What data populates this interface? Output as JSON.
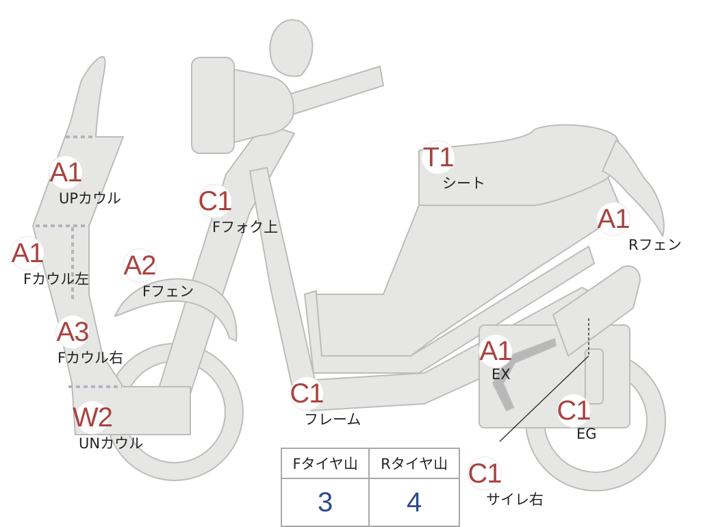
{
  "callouts": [
    {
      "id": "upcowl",
      "code": "A1",
      "label": "UPカウル"
    },
    {
      "id": "fcowl-left",
      "code": "A1",
      "label": "Fカウル左"
    },
    {
      "id": "fcowl-right",
      "code": "A3",
      "label": "Fカウル右"
    },
    {
      "id": "uncowl",
      "code": "W2",
      "label": "UNカウル"
    },
    {
      "id": "ffender",
      "code": "A2",
      "label": "Fフェン"
    },
    {
      "id": "ffork",
      "code": "C1",
      "label": "Fフォク上"
    },
    {
      "id": "frame",
      "code": "C1",
      "label": "フレーム"
    },
    {
      "id": "seat",
      "code": "T1",
      "label": "シート"
    },
    {
      "id": "rfender",
      "code": "A1",
      "label": "Rフェン"
    },
    {
      "id": "exhaust",
      "code": "A1",
      "label": "EX"
    },
    {
      "id": "engine",
      "code": "C1",
      "label": "EG"
    },
    {
      "id": "muffler",
      "code": "C1",
      "label": "サイレ右"
    }
  ],
  "tire_table": {
    "front_header": "Fタイヤ山",
    "rear_header": "Rタイヤ山",
    "front_value": "3",
    "rear_value": "4"
  },
  "colors": {
    "part_fill": "#e6e6e4",
    "part_stroke": "#bcbcbc",
    "code_text": "#a8433f",
    "value_text": "#2d4a8c"
  }
}
